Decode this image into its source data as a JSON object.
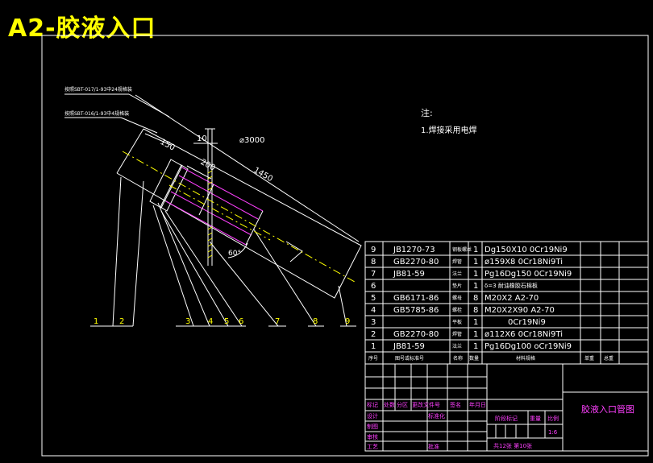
{
  "page_title": "A2-胶液入口",
  "callouts": {
    "top_spec": "按照SBT-017/1-93中24规格装",
    "mid_spec": "按照SBT-016/1-93中4规格装"
  },
  "dimensions": {
    "d150": "150",
    "d10": "10",
    "d200": "200",
    "d3000": "⌀3000",
    "d1450": "1450",
    "angle": "60°"
  },
  "notes": {
    "heading": "注:",
    "item1": "1.焊接采用电焊"
  },
  "balloons": [
    "1",
    "2",
    "3",
    "4",
    "5",
    "6",
    "7",
    "8",
    "9"
  ],
  "bom_rows": [
    {
      "no": "9",
      "std": "JB1270-73",
      "name": "钢板螺丝",
      "qty": "1",
      "spec": "Dg150X10  0Cr19Ni9"
    },
    {
      "no": "8",
      "std": "GB2270-80",
      "name": "焊管",
      "qty": "1",
      "spec": "ø159X8  0Cr18Ni9Ti"
    },
    {
      "no": "7",
      "std": "JB81-59",
      "name": "法兰",
      "qty": "1",
      "spec": "Pg16Dg150  0Cr19Ni9"
    },
    {
      "no": "6",
      "std": "",
      "name": "垫片",
      "qty": "1",
      "spec": "δ=3  耐油橡胶石棉板"
    },
    {
      "no": "5",
      "std": "GB6171-86",
      "name": "螺母",
      "qty": "8",
      "spec": "M20X2  A2-70"
    },
    {
      "no": "4",
      "std": "GB5785-86",
      "name": "螺栓",
      "qty": "8",
      "spec": "M20X2X90  A2-70"
    },
    {
      "no": "3",
      "std": "",
      "name": "平板",
      "qty": "1",
      "spec": "0Cr19Ni9"
    },
    {
      "no": "2",
      "std": "GB2270-80",
      "name": "焊管",
      "qty": "1",
      "spec": "ø112X6  0Cr18Ni9Ti"
    },
    {
      "no": "1",
      "std": "JB81-59",
      "name": "法兰",
      "qty": "1",
      "spec": "Pg16Dg100  oCr19Ni9"
    }
  ],
  "bom_header": {
    "no": "序号",
    "std": "图号或标准号",
    "name": "名称",
    "qty": "数量",
    "spec": "材料规格",
    "unit_wt": "单重",
    "total_wt": "总重"
  },
  "title_block": {
    "drawing_name": "胶液入口管图",
    "mark": "标记",
    "count": "处数",
    "zone": "分区",
    "change_doc": "更改文件号",
    "signature": "签名",
    "date": "年月日",
    "design": "设计",
    "standardize": "标准化",
    "drawing": "制图",
    "review": "审核",
    "process": "工艺",
    "approve": "批准",
    "stage_mark": "阶段标记",
    "weight": "重量",
    "scale_label": "比例",
    "scale": "1:6",
    "sheets": "共12张 第10张"
  }
}
